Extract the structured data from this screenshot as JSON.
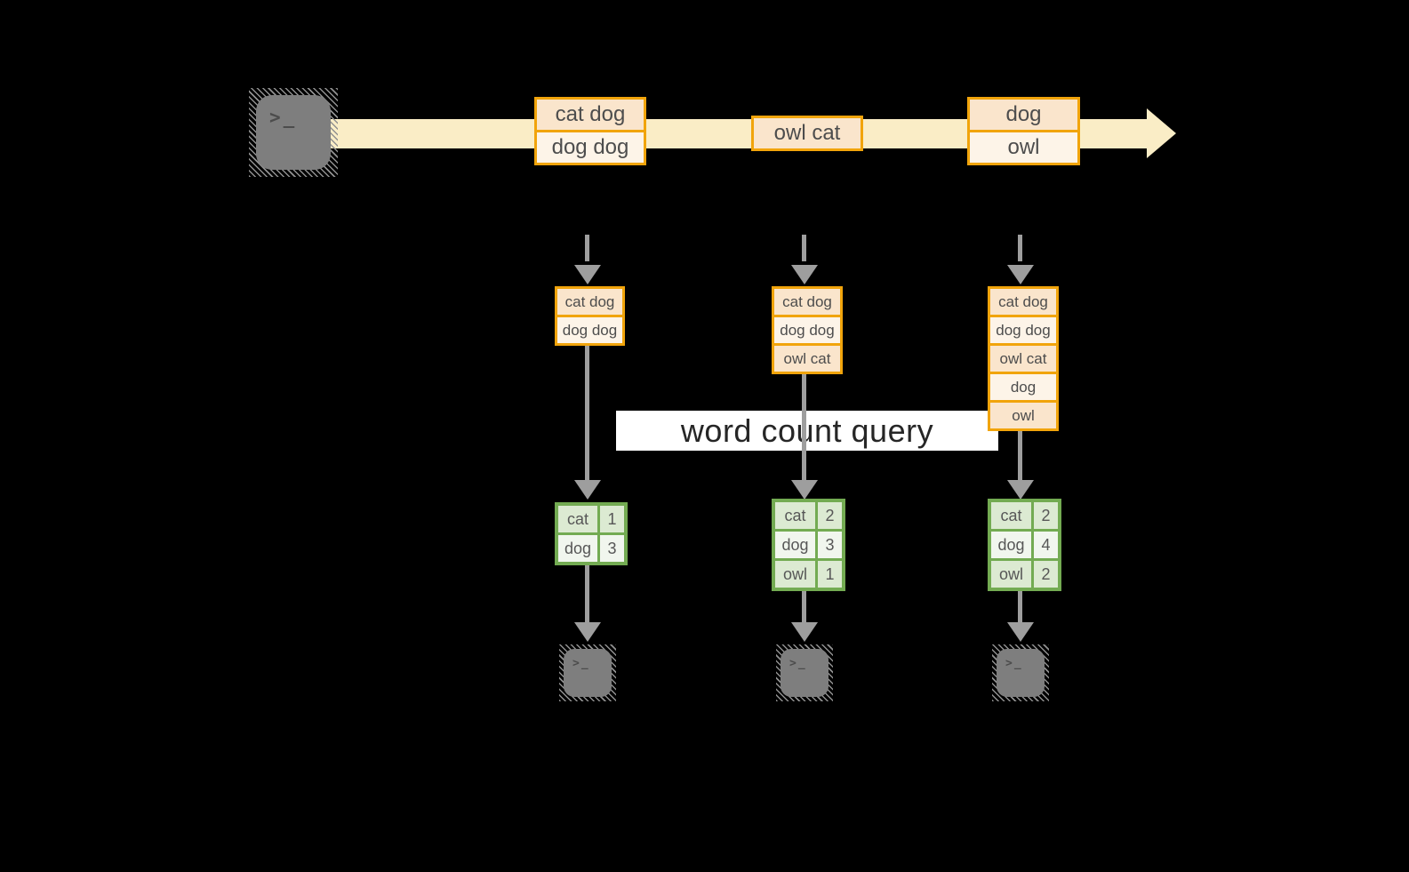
{
  "query": {
    "label": "word count query"
  },
  "icons": {
    "terminal_prompt": ">_"
  },
  "colors": {
    "background": "#000000",
    "accent_orange": "#f1a40b",
    "stream_fill": "#faedc6",
    "cell_peach": "#fae5cc",
    "cell_cream": "#fdf4e8",
    "green_border": "#73ab52",
    "green_row_dark": "#dcead2",
    "green_row_light": "#f1f6ee",
    "arrow_gray": "#9e9e9e",
    "terminal_gray": "#7e7e7e",
    "query_band": "#ffffff"
  },
  "stream": {
    "batches": [
      {
        "items": [
          "cat dog",
          "dog dog"
        ]
      },
      {
        "items": [
          "owl cat"
        ]
      },
      {
        "items": [
          "dog",
          "owl"
        ]
      }
    ]
  },
  "columns": [
    {
      "buffer": [
        "cat dog",
        "dog dog"
      ],
      "counts": [
        {
          "word": "cat",
          "count": 1
        },
        {
          "word": "dog",
          "count": 3
        }
      ]
    },
    {
      "buffer": [
        "cat dog",
        "dog dog",
        "owl cat"
      ],
      "counts": [
        {
          "word": "cat",
          "count": 2
        },
        {
          "word": "dog",
          "count": 3
        },
        {
          "word": "owl",
          "count": 1
        }
      ]
    },
    {
      "buffer": [
        "cat dog",
        "dog dog",
        "owl cat",
        "dog",
        "owl"
      ],
      "counts": [
        {
          "word": "cat",
          "count": 2
        },
        {
          "word": "dog",
          "count": 4
        },
        {
          "word": "owl",
          "count": 2
        }
      ]
    }
  ]
}
